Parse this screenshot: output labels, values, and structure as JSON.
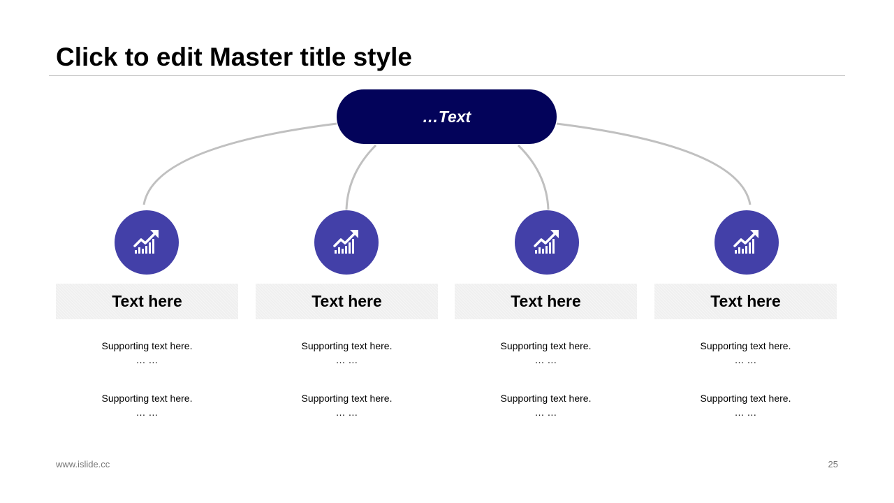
{
  "slide": {
    "title": "Click to edit Master title style",
    "footer_url": "www.islide.cc",
    "page_number": "25"
  },
  "colors": {
    "root_fill": "#03035a",
    "icon_fill": "#4340a8",
    "connector": "#c0c0c0",
    "heading_fill": "#efefef"
  },
  "root": {
    "label": "…Text"
  },
  "branches": [
    {
      "icon": "growth-chart-icon",
      "heading": "Text here",
      "items": [
        {
          "text": "Supporting text here.",
          "ellipsis": "… …"
        },
        {
          "text": "Supporting text here.",
          "ellipsis": "… …"
        }
      ]
    },
    {
      "icon": "growth-chart-icon",
      "heading": "Text here",
      "items": [
        {
          "text": "Supporting text here.",
          "ellipsis": "… …"
        },
        {
          "text": "Supporting text here.",
          "ellipsis": "… …"
        }
      ]
    },
    {
      "icon": "growth-chart-icon",
      "heading": "Text here",
      "items": [
        {
          "text": "Supporting text here.",
          "ellipsis": "… …"
        },
        {
          "text": "Supporting text here.",
          "ellipsis": "… …"
        }
      ]
    },
    {
      "icon": "growth-chart-icon",
      "heading": "Text here",
      "items": [
        {
          "text": "Supporting text here.",
          "ellipsis": "… …"
        },
        {
          "text": "Supporting text here.",
          "ellipsis": "… …"
        }
      ]
    }
  ]
}
